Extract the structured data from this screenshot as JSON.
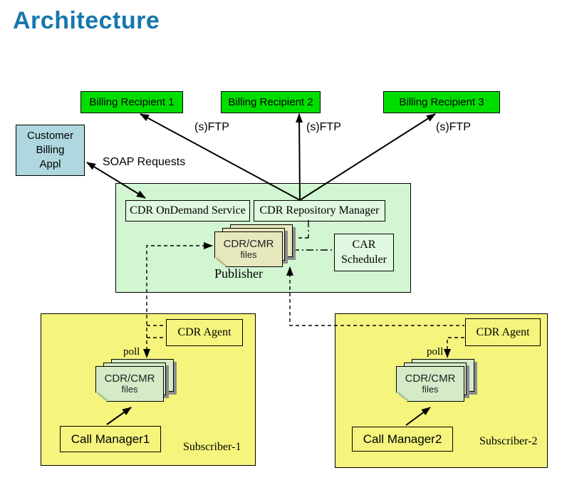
{
  "title": "Architecture",
  "colors": {
    "title_blue": "#1777AE",
    "recipient_green": "#00DE00",
    "customer_blue": "#AFD7DF",
    "publisher_bg": "#D2F5D2",
    "publisher_box_bg": "#DFF8DF",
    "subscriber_yellow": "#F5F57E",
    "files_tan": "#E8E8BE",
    "files_green": "#D5EBC8"
  },
  "recipients": [
    {
      "label": "Billing Recipient 1"
    },
    {
      "label": "Billing Recipient 2"
    },
    {
      "label": "Billing Recipient 3"
    }
  ],
  "customer_box": {
    "line1": "Customer",
    "line2": "Billing",
    "line3": "Appl"
  },
  "labels": {
    "sftp1": "(s)FTP",
    "sftp2": "(s)FTP",
    "sftp3": "(s)FTP",
    "soap": "SOAP Requests"
  },
  "publisher": {
    "name": "Publisher",
    "ondemand_service": "CDR OnDemand Service",
    "repository_manager": "CDR Repository Manager",
    "car_line1": "CAR",
    "car_line2": "Scheduler",
    "files_line1": "CDR/CMR",
    "files_line2": "files"
  },
  "subscribers": [
    {
      "name": "Subscriber-1",
      "agent": "CDR Agent",
      "poll": "poll",
      "files_line1": "CDR/CMR",
      "files_line2": "files",
      "manager": "Call Manager1"
    },
    {
      "name": "Subscriber-2",
      "agent": "CDR Agent",
      "poll": "poll",
      "files_line1": "CDR/CMR",
      "files_line2": "files",
      "manager": "Call Manager2"
    }
  ]
}
